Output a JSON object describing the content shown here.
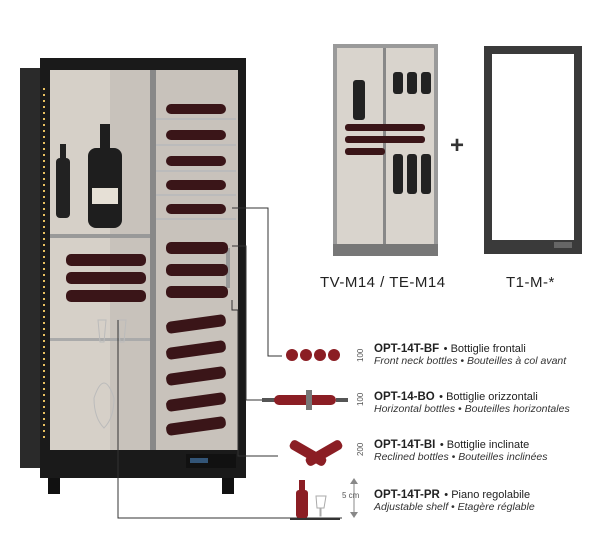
{
  "models": {
    "main": "TV-M14 / TE-M14",
    "frame": "T1-M-*",
    "plus": "+"
  },
  "options": [
    {
      "code": "OPT-14T-BF",
      "it": "Bottiglie frontali",
      "sub": "Front neck bottles • Bouteilles à col avant",
      "dim": "100"
    },
    {
      "code": "OPT-14-BO",
      "it": "Bottiglie orizzontali",
      "sub": "Horizontal bottles • Bouteilles horizontales",
      "dim": "100"
    },
    {
      "code": "OPT-14T-BI",
      "it": "Bottiglie inclinate",
      "sub": "Reclined bottles • Bouteilles inclinées",
      "dim": "200"
    },
    {
      "code": "OPT-14T-PR",
      "it": "Piano regolabile",
      "sub": "Adjustable shelf • Etagère réglable",
      "dim": "5 cm"
    }
  ],
  "colors": {
    "bottle": "#8b1e24",
    "frame": "#1a1a1a",
    "steel": "#b9b4ae"
  }
}
